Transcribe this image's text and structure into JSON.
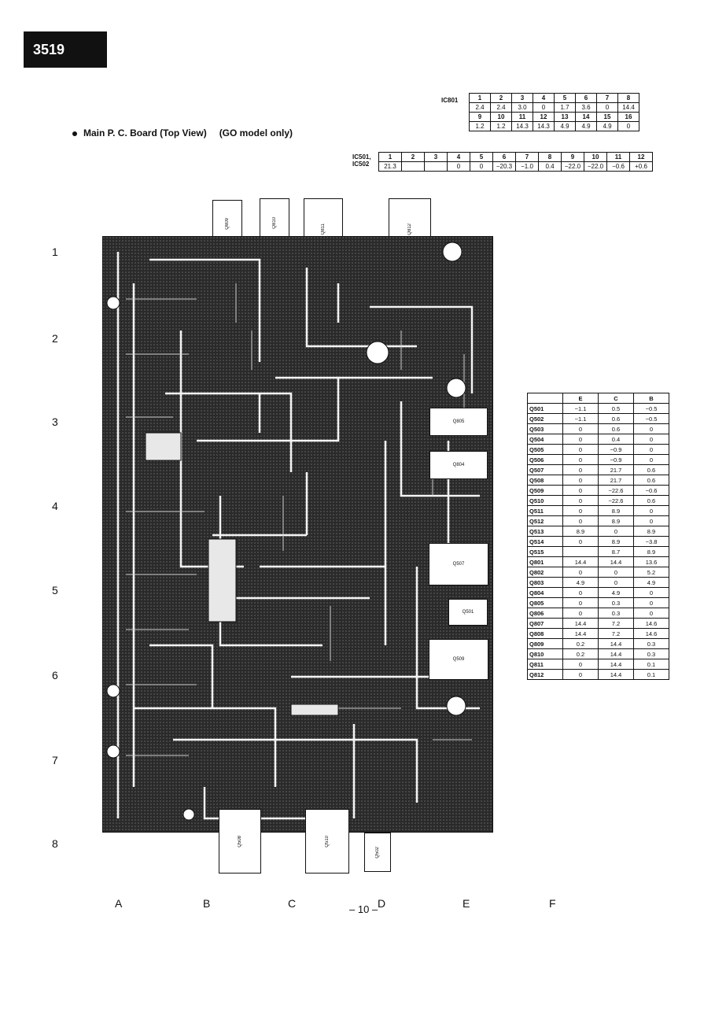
{
  "model_badge": "3519",
  "board_title": "Main P. C. Board (Top View)",
  "board_note": "(GO model only)",
  "ic801": {
    "label": "IC801",
    "pins_row1": [
      "1",
      "2",
      "3",
      "4",
      "5",
      "6",
      "7",
      "8"
    ],
    "values_row1": [
      "2.4",
      "2.4",
      "3.0",
      "0",
      "1.7",
      "3.6",
      "0",
      "14.4"
    ],
    "pins_row2": [
      "9",
      "10",
      "11",
      "12",
      "13",
      "14",
      "15",
      "16"
    ],
    "values_row2": [
      "1.2",
      "1.2",
      "14.3",
      "14.3",
      "4.9",
      "4.9",
      "4.9",
      "0"
    ]
  },
  "ic501": {
    "label1": "IC501,",
    "label2": "IC502",
    "pins": [
      "1",
      "2",
      "3",
      "4",
      "5",
      "6",
      "7",
      "8",
      "9",
      "10",
      "11",
      "12"
    ],
    "values": [
      "21.3",
      "",
      "",
      "0",
      "0",
      "−20.3",
      "−1.0",
      "0.4",
      "−22.0",
      "−22.0",
      "−0.6",
      "+0.6"
    ]
  },
  "row_labels": [
    "1",
    "2",
    "3",
    "4",
    "5",
    "6",
    "7",
    "8"
  ],
  "col_labels": [
    "A",
    "B",
    "C",
    "D",
    "E",
    "F"
  ],
  "page_number": "– 10 –",
  "components": {
    "q809": "Q809",
    "q810": "Q810",
    "q811": "Q811",
    "q812": "Q812",
    "q805": "Q805",
    "q804": "Q804",
    "q507": "Q507",
    "q501": "Q501",
    "q509": "Q509",
    "q508": "Q508",
    "q510": "Q510",
    "q502": "Q502"
  },
  "transistor_table": {
    "headers": [
      "",
      "E",
      "C",
      "B"
    ],
    "rows": [
      [
        "Q501",
        "−1.1",
        "0.5",
        "−0.5"
      ],
      [
        "Q502",
        "−1.1",
        "0.6",
        "−0.5"
      ],
      [
        "Q503",
        "0",
        "0.6",
        "0"
      ],
      [
        "Q504",
        "0",
        "0.4",
        "0"
      ],
      [
        "Q505",
        "0",
        "−0.9",
        "0"
      ],
      [
        "Q506",
        "0",
        "−0.9",
        "0"
      ],
      [
        "Q507",
        "0",
        "21.7",
        "0.6"
      ],
      [
        "Q508",
        "0",
        "21.7",
        "0.6"
      ],
      [
        "Q509",
        "0",
        "−22.6",
        "−0.6"
      ],
      [
        "Q510",
        "0",
        "−22.6",
        "0.6"
      ],
      [
        "Q511",
        "0",
        "8.9",
        "0"
      ],
      [
        "Q512",
        "0",
        "8.9",
        "0"
      ],
      [
        "Q513",
        "8.9",
        "0",
        "8.9"
      ],
      [
        "Q514",
        "0",
        "8.9",
        "−3.8"
      ],
      [
        "Q515",
        "",
        "8.7",
        "8.9"
      ],
      [
        "Q801",
        "14.4",
        "14.4",
        "13.6"
      ],
      [
        "Q802",
        "0",
        "0",
        "5.2"
      ],
      [
        "Q803",
        "4.9",
        "0",
        "4.9"
      ],
      [
        "Q804",
        "0",
        "4.9",
        "0"
      ],
      [
        "Q805",
        "0",
        "0.3",
        "0"
      ],
      [
        "Q806",
        "0",
        "0.3",
        "0"
      ],
      [
        "Q807",
        "14.4",
        "7.2",
        "14.6"
      ],
      [
        "Q808",
        "14.4",
        "7.2",
        "14.6"
      ],
      [
        "Q809",
        "0.2",
        "14.4",
        "0.3"
      ],
      [
        "Q810",
        "0.2",
        "14.4",
        "0.3"
      ],
      [
        "Q811",
        "0",
        "14.4",
        "0.1"
      ],
      [
        "Q812",
        "0",
        "14.4",
        "0.1"
      ]
    ]
  }
}
